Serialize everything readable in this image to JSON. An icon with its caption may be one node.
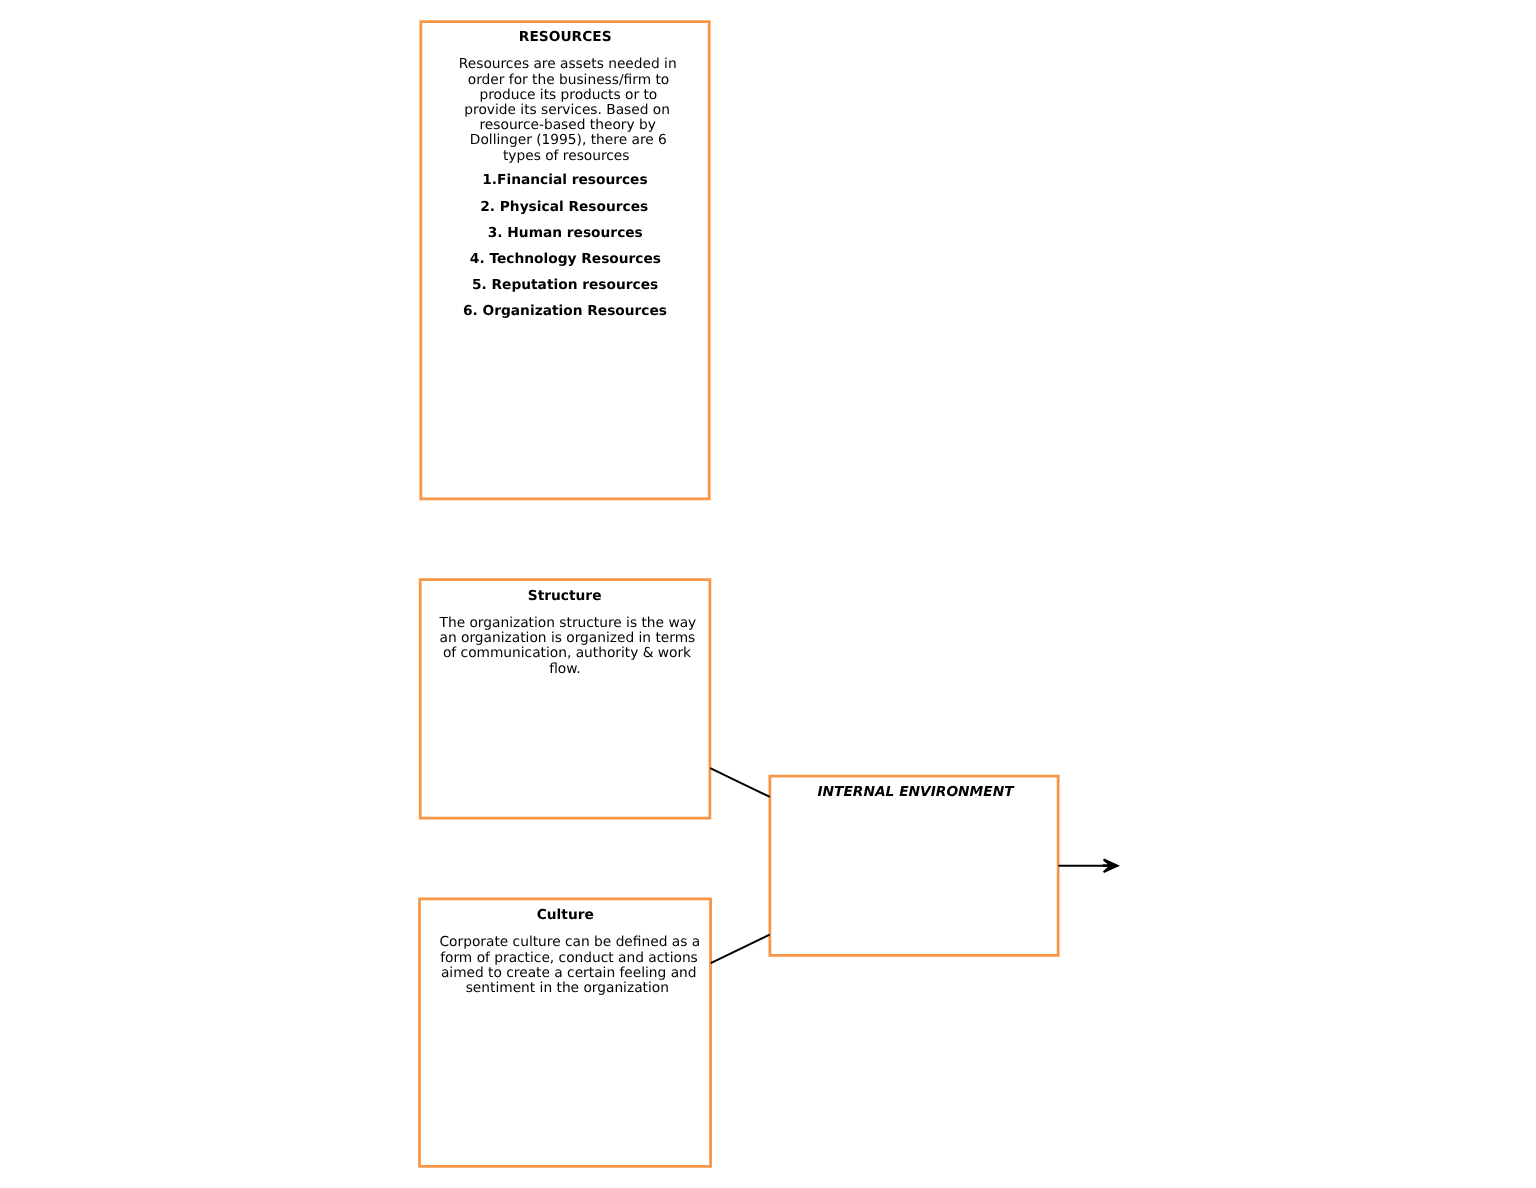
{
  "diagram": {
    "nodes": [
      {
        "text": [
          "Structure",
          "The organization structure is the way an organization is organized in terms of communication, authority & work flow."
        ]
      },
      {
        "text": [
          "Culture",
          "Corporate culture can be defined as a form of practice, conduct and actions aimed to create a certain feeling and sentiment in the organization"
        ]
      },
      {
        "text": [
          "INTERNAL ENVIRONMENT"
        ]
      },
      {
        "text": [
          "RESOURCES",
          "Resources are assets needed in order for the business/firm to produce its products or to provide its services. Based on resource-based theory by Dollinger (1995), there are 6 types of resources",
          "1.Financial resources",
          "2. Physical Resources",
          "3. Human resources",
          "4. Technology Resources",
          "5. Reputation resources",
          "6. Organization Resources"
        ]
      }
    ],
    "edges": [
      {
        "from": 0,
        "to": 2,
        "arrow": "none"
      },
      {
        "from": 1,
        "to": 2,
        "arrow": "none"
      },
      {
        "from": 2,
        "to": null,
        "arrow": "to"
      }
    ]
  }
}
